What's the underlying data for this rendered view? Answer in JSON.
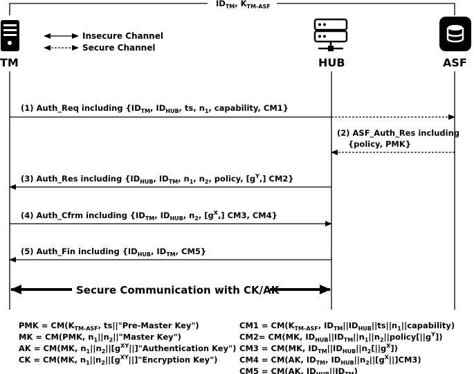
{
  "top_label": {
    "parts": [
      [
        "ID",
        ""
      ],
      [
        "TM",
        "sub"
      ],
      [
        ", K",
        ""
      ],
      [
        "TM-ASF",
        "sub"
      ]
    ]
  },
  "entities": {
    "tm": "TM",
    "hub": "HUB",
    "asf": "ASF"
  },
  "legend": {
    "insecure": "Insecure Channel",
    "secure": "Secure Channel"
  },
  "messages": [
    {
      "from": "tm",
      "to": "asf",
      "style": "dashed",
      "lines": [
        [
          [
            "(1)  Auth_Req including {ID",
            ""
          ],
          [
            "TM",
            "sub"
          ],
          [
            ", ID",
            ""
          ],
          [
            "HUB",
            "sub"
          ],
          [
            ", ts, n",
            ""
          ],
          [
            "1",
            "sub"
          ],
          [
            ", capability, CM1}",
            ""
          ]
        ]
      ]
    },
    {
      "from": "asf",
      "to": "hub",
      "style": "dashed",
      "lines": [
        [
          [
            "(2)  ASF_Auth_Res including",
            ""
          ]
        ],
        [
          [
            "{policy, PMK}",
            ""
          ]
        ]
      ]
    },
    {
      "from": "hub",
      "to": "tm",
      "style": "solid",
      "lines": [
        [
          [
            "(3)  Auth_Res including {ID",
            ""
          ],
          [
            "HUB",
            "sub"
          ],
          [
            ", ID",
            ""
          ],
          [
            "TM",
            "sub"
          ],
          [
            ", n",
            ""
          ],
          [
            "1",
            "sub"
          ],
          [
            ", n",
            ""
          ],
          [
            "2",
            "sub"
          ],
          [
            ", policy, [g",
            ""
          ],
          [
            "Y",
            "sup"
          ],
          [
            ",] CM2}",
            ""
          ]
        ]
      ]
    },
    {
      "from": "tm",
      "to": "hub",
      "style": "solid",
      "lines": [
        [
          [
            "(4)  Auth_Cfrm including {ID",
            ""
          ],
          [
            "TM",
            "sub"
          ],
          [
            ", ID",
            ""
          ],
          [
            "HUB",
            "sub"
          ],
          [
            ", n",
            ""
          ],
          [
            "2",
            "sub"
          ],
          [
            ", [g",
            ""
          ],
          [
            "X",
            "sup"
          ],
          [
            ",] CM3, CM4}",
            ""
          ]
        ]
      ]
    },
    {
      "from": "hub",
      "to": "tm",
      "style": "solid",
      "lines": [
        [
          [
            "(5)  Auth_Fin including {ID",
            ""
          ],
          [
            "HUB",
            "sub"
          ],
          [
            ", ID",
            ""
          ],
          [
            "TM",
            "sub"
          ],
          [
            ", CM5}",
            ""
          ]
        ]
      ]
    }
  ],
  "secure_banner": "Secure Communication with CK/AK",
  "formulas_left": [
    [
      [
        "PMK = CM(K",
        ""
      ],
      [
        "TM-ASF",
        "sub"
      ],
      [
        ", ts||\"Pre-Master Key\")",
        ""
      ]
    ],
    [
      [
        "MK = CM(PMK, n",
        ""
      ],
      [
        "1",
        "sub"
      ],
      [
        "||n",
        ""
      ],
      [
        "2",
        "sub"
      ],
      [
        "||\"Master Key\")",
        ""
      ]
    ],
    [
      [
        "AK = CM(MK, n",
        ""
      ],
      [
        "1",
        "sub"
      ],
      [
        "||n",
        ""
      ],
      [
        "2",
        "sub"
      ],
      [
        "||[g",
        ""
      ],
      [
        "XY",
        "sup"
      ],
      [
        "||]\"Authentication Key\")",
        ""
      ]
    ],
    [
      [
        "CK = CM(MK, n",
        ""
      ],
      [
        "1",
        "sub"
      ],
      [
        "||n",
        ""
      ],
      [
        "2",
        "sub"
      ],
      [
        "||[g",
        ""
      ],
      [
        "XY",
        "sup"
      ],
      [
        "||]\"Encryption Key\")",
        ""
      ]
    ]
  ],
  "formulas_right": [
    [
      [
        "CM1 = CM(K",
        ""
      ],
      [
        "TM-ASF",
        "sub"
      ],
      [
        ", ID",
        ""
      ],
      [
        "TM",
        "sub"
      ],
      [
        "||ID",
        ""
      ],
      [
        "HUB",
        "sub"
      ],
      [
        "||ts||n",
        ""
      ],
      [
        "1",
        "sub"
      ],
      [
        "||capability)",
        ""
      ]
    ],
    [
      [
        "CM2= CM(MK, ID",
        ""
      ],
      [
        "HUB",
        "sub"
      ],
      [
        "||ID",
        ""
      ],
      [
        "TM",
        "sub"
      ],
      [
        "||n",
        ""
      ],
      [
        "1",
        "sub"
      ],
      [
        "||n",
        ""
      ],
      [
        "2",
        "sub"
      ],
      [
        "||policy[||g",
        ""
      ],
      [
        "Y",
        "sup"
      ],
      [
        "])",
        ""
      ]
    ],
    [
      [
        "CM3 = CM(MK, ID",
        ""
      ],
      [
        "TM",
        "sub"
      ],
      [
        "||ID",
        ""
      ],
      [
        "HUB",
        "sub"
      ],
      [
        "||n",
        ""
      ],
      [
        "2",
        "sub"
      ],
      [
        "[||g",
        ""
      ],
      [
        "X",
        "sup"
      ],
      [
        "])",
        ""
      ]
    ],
    [
      [
        "CM4 = CM(AK, ID",
        ""
      ],
      [
        "TM",
        "sub"
      ],
      [
        ", ID",
        ""
      ],
      [
        "HUB",
        "sub"
      ],
      [
        "||n",
        ""
      ],
      [
        "2",
        "sub"
      ],
      [
        "||[g",
        ""
      ],
      [
        "X",
        "sup"
      ],
      [
        "||]CM3)",
        ""
      ]
    ],
    [
      [
        "CM5 = CM(AK, ID",
        ""
      ],
      [
        "HUB",
        "sub"
      ],
      [
        "||ID",
        ""
      ],
      [
        "TM",
        "sub"
      ],
      [
        ")",
        ""
      ]
    ]
  ],
  "icons": {
    "tm": "server-tower-icon",
    "hub": "network-hub-icon",
    "asf": "database-icon"
  }
}
